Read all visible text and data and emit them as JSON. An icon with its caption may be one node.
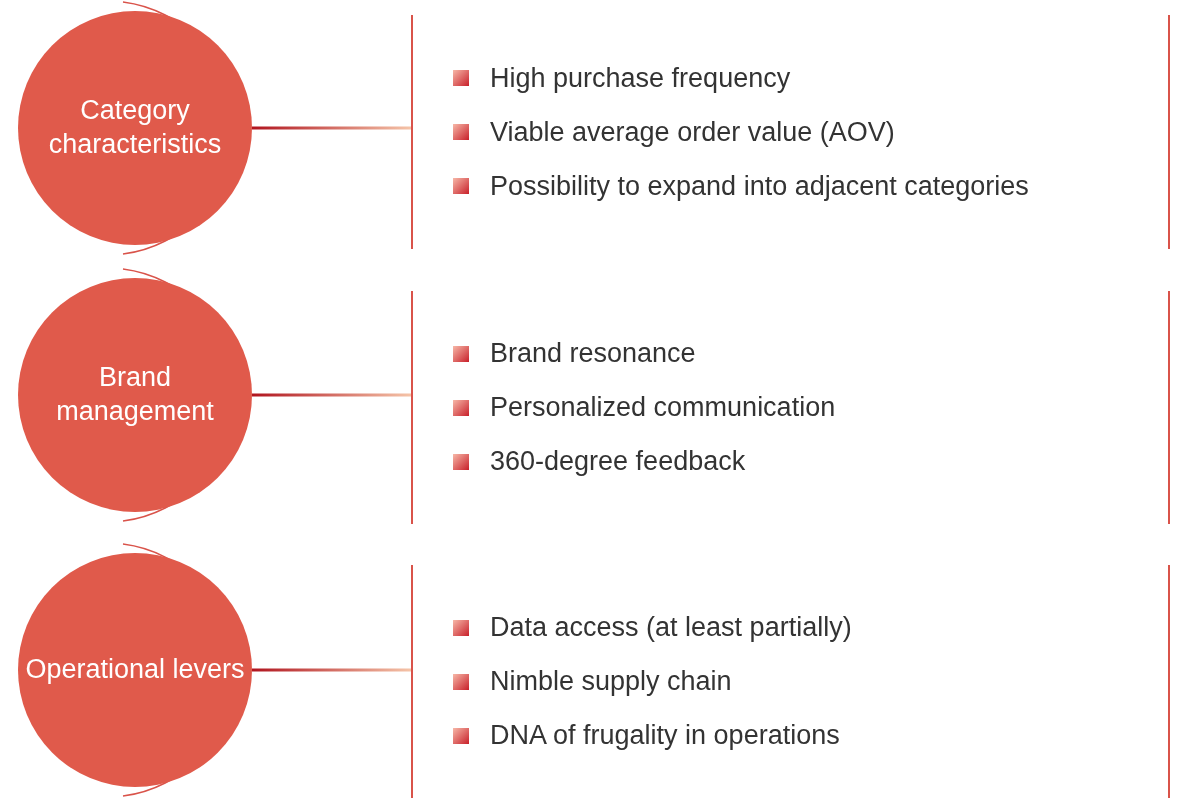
{
  "diagram": {
    "nodes": [
      {
        "text": [
          "Category characteristics"
        ]
      },
      {
        "text": [
          "High purchase frequency",
          "Viable average order value (AOV)",
          "Possibility to expand into adjacent categories"
        ]
      },
      {
        "text": [
          "Brand management"
        ]
      },
      {
        "text": [
          "Brand resonance",
          "Personalized communication",
          "360-degree feedback"
        ]
      },
      {
        "text": [
          "Operational levers"
        ]
      },
      {
        "text": [
          "Data access (at least partially)",
          "Nimble supply chain",
          "DNA of frugality in operations"
        ]
      }
    ],
    "edges": [
      {
        "from": 0,
        "to": 1,
        "arrow": "none"
      },
      {
        "from": 2,
        "to": 3,
        "arrow": "none"
      },
      {
        "from": 4,
        "to": 5,
        "arrow": "none"
      }
    ]
  }
}
